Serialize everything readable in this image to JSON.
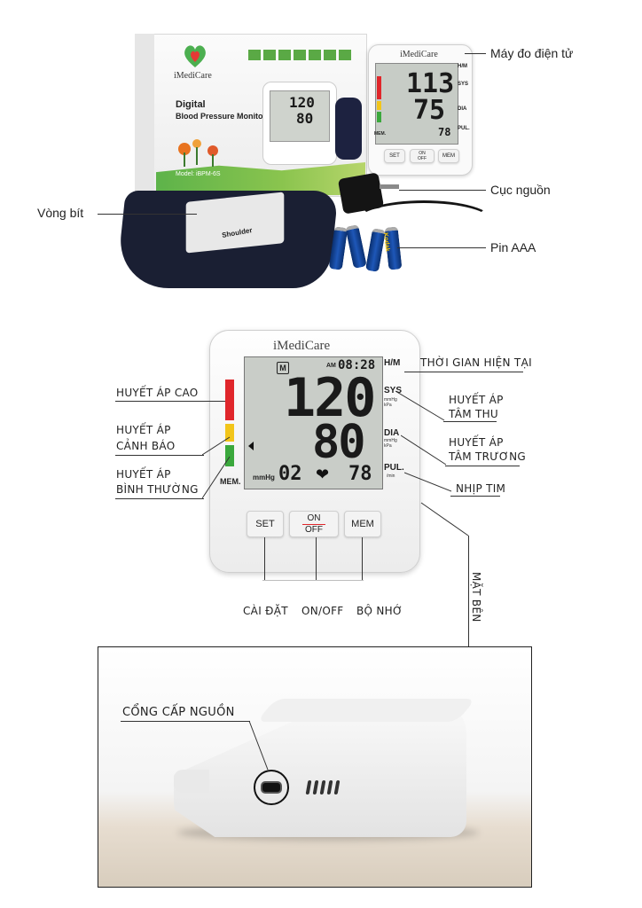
{
  "top_labels": {
    "device": "Máy đo điện tử",
    "adapter": "Cục nguồn",
    "cuff": "Vòng bít",
    "battery": "Pin AAA"
  },
  "box": {
    "brand": "iMediCare",
    "title_line1": "Digital",
    "title_line2": "Blood Pressure Monitor",
    "model": "Model: iBPM-6S",
    "mini_sys": "120",
    "mini_dia": "80"
  },
  "device_small": {
    "brand": "iMediCare",
    "hm": "H/M",
    "sys_label": "SYS",
    "dia_label": "DIA",
    "pul_label": "PUL.",
    "mem_label": "MEM.",
    "sys_value": "113",
    "dia_value": "75",
    "pulse_value": "78",
    "btn_set": "SET",
    "btn_on": "ON",
    "btn_off": "OFF",
    "btn_mem": "MEM"
  },
  "cuff_text": "Shoulder",
  "battery_brand": "Kodak",
  "main_device": {
    "brand": "iMediCare",
    "time_prefix": "AM",
    "time": "08:28",
    "memory_mark": "M",
    "hm": "H/M",
    "sys_label": "SYS",
    "sys_units": "mmHg\nkPa",
    "dia_label": "DIA",
    "dia_units": "mmHg\nkPa",
    "pul_label": "PUL.",
    "pul_unit": "/min",
    "mem_label": "MEM.",
    "mmhg": "mmHg",
    "sys_value": "120",
    "dia_value": "80",
    "memory_no": "02",
    "pulse_value": "78",
    "btn_set": "SET",
    "btn_on": "ON",
    "btn_off": "OFF",
    "btn_mem": "MEM"
  },
  "annotations": {
    "current_time": "THỜI GIAN HIỆN TẠI",
    "high_bp": "HUYẾT ÁP CAO",
    "warn_bp_1": "HUYẾT ÁP",
    "warn_bp_2": "CẢNH BÁO",
    "normal_bp_1": "HUYẾT ÁP",
    "normal_bp_2": "BÌNH THƯỜNG",
    "systolic_1": "HUYẾT ÁP",
    "systolic_2": "TÂM THU",
    "diastolic_1": "HUYẾT ÁP",
    "diastolic_2": "TÂM TRƯƠNG",
    "heart_rate": "NHỊP TIM",
    "setting": "CÀI ĐẶT",
    "onoff": "ON/OFF",
    "memory": "BỘ NHỚ",
    "side_view": "MẶT BÊN",
    "power_port": "CỔNG CẤP NGUỒN"
  },
  "colors": {
    "high": "#e0262b",
    "warning": "#f2c51a",
    "normal": "#3aa83c",
    "lcd": "#c9cdc8"
  }
}
